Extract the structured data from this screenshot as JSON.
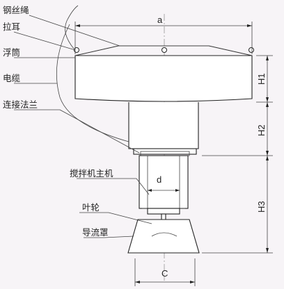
{
  "labels": {
    "wire_rope": "钢丝绳",
    "lifting_lug": "拉耳",
    "float_drum": "浮筒",
    "cable": "电缆",
    "connecting_flange": "连接法兰",
    "mixer_main_unit": "搅拌机主机",
    "impeller": "叶轮",
    "guide_cover": "导流罩"
  },
  "dimensions": {
    "a": "a",
    "h1": "H1",
    "h2": "H2",
    "h3": "H3",
    "d": "d",
    "c": "C"
  },
  "colors": {
    "background": "#f7f4f7",
    "line": "#333333"
  }
}
